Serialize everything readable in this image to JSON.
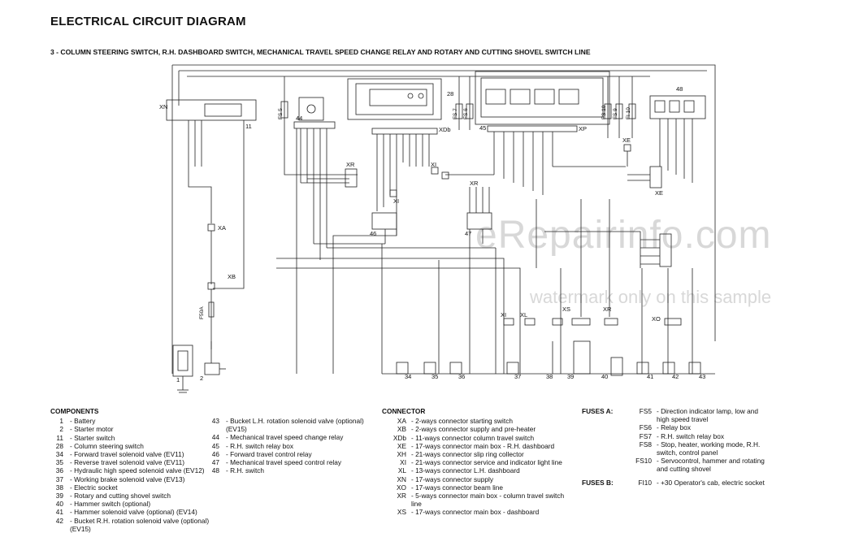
{
  "title": "ELECTRICAL CIRCUIT DIAGRAM",
  "subtitle": "3 - COLUMN STEERING SWITCH, R.H. DASHBOARD SWITCH, MECHANICAL TRAVEL SPEED CHANGE RELAY AND ROTARY AND CUTTING SHOVEL SWITCH LINE",
  "watermark": {
    "brand": "eRepairinfo.com",
    "note": "watermark only on this sample"
  },
  "diagram_labels": {
    "xn": "XN",
    "c11": "11",
    "xa": "XA",
    "xb": "XB",
    "f50a": "F50A",
    "c1": "1",
    "c2": "2",
    "fs5": "FS 5",
    "c44": "44",
    "xr": "XR",
    "xi": "XI",
    "c46": "46",
    "c28": "28",
    "xdb": "XDb",
    "xr2": "XR",
    "xi2": "XI",
    "c47": "47",
    "fs7": "FS 7",
    "fs6": "FS 6",
    "c45": "45",
    "xp": "XP",
    "fs10": "FS 10",
    "fs9": "FS 9",
    "fi10": "FI 10",
    "xe": "XE",
    "c48": "48",
    "xe2": "XE",
    "c34": "34",
    "c35": "35",
    "c36": "36",
    "c37": "37",
    "xi3": "XI",
    "xl": "XL",
    "c38": "38",
    "xs": "XS",
    "c39": "39",
    "xr3": "XR",
    "c40": "40",
    "xo": "XO",
    "c41": "41",
    "c42": "42",
    "c43": "43"
  },
  "components": {
    "header": "COMPONENTS",
    "col1": [
      {
        "n": "1",
        "t": "- Battery"
      },
      {
        "n": "2",
        "t": "- Starter motor"
      },
      {
        "n": "11",
        "t": "- Starter switch"
      },
      {
        "n": "28",
        "t": "- Column steering switch"
      },
      {
        "n": "34",
        "t": "- Forward travel solenoid valve (EV11)"
      },
      {
        "n": "35",
        "t": "- Reverse travel solenoid valve (EV11)"
      },
      {
        "n": "36",
        "t": "- Hydraulic high speed solenoid valve (EV12)"
      },
      {
        "n": "37",
        "t": "- Working brake solenoid valve (EV13)"
      },
      {
        "n": "38",
        "t": "- Electric socket"
      },
      {
        "n": "39",
        "t": "- Rotary and cutting shovel switch"
      },
      {
        "n": "40",
        "t": "- Hammer switch (optional)"
      },
      {
        "n": "41",
        "t": "- Hammer solenoid valve (optional) (EV14)"
      },
      {
        "n": "42",
        "t": "- Bucket R.H. rotation solenoid valve (optional) (EV15)"
      }
    ],
    "col2": [
      {
        "n": "43",
        "t": "- Bucket L.H. rotation solenoid valve (optional) (EV15)"
      },
      {
        "n": "44",
        "t": "- Mechanical travel speed change relay"
      },
      {
        "n": "45",
        "t": "- R.H. switch relay box"
      },
      {
        "n": "46",
        "t": "- Forward travel control relay"
      },
      {
        "n": "47",
        "t": "- Mechanical travel speed control relay"
      },
      {
        "n": "48",
        "t": "- R.H. switch"
      }
    ]
  },
  "connector": {
    "header": "CONNECTOR",
    "items": [
      {
        "c": "XA",
        "t": "- 2-ways connector starting switch"
      },
      {
        "c": "XB",
        "t": "- 2-ways connector supply and pre-heater"
      },
      {
        "c": "XDb",
        "t": "- 11-ways connector column travel switch"
      },
      {
        "c": "XE",
        "t": "- 17-ways connector main box - R.H. dashboard"
      },
      {
        "c": "XH",
        "t": "- 21-ways connector slip ring collector"
      },
      {
        "c": "XI",
        "t": "- 21-ways connector service and indicator light line"
      },
      {
        "c": "XL",
        "t": "- 13-ways connector L.H. dashboard"
      },
      {
        "c": "XN",
        "t": "- 17-ways connector supply"
      },
      {
        "c": "XO",
        "t": "- 17-ways connector beam line"
      },
      {
        "c": "XR",
        "t": "- 5-ways connector main box - column travel switch line"
      },
      {
        "c": "XS",
        "t": "- 17-ways connector main box - dashboard"
      }
    ]
  },
  "fuses_a": {
    "header": "FUSES A:",
    "items": [
      {
        "c": "FS5",
        "t": "- Direction indicator lamp, low and high speed travel"
      },
      {
        "c": "FS6",
        "t": "- Relay box"
      },
      {
        "c": "FS7",
        "t": "- R.H. switch relay box"
      },
      {
        "c": "FS8",
        "t": "- Stop, heater, working mode, R.H. switch, control panel"
      },
      {
        "c": "FS10",
        "t": "- Servocontrol, hammer and rotating and cutting shovel"
      }
    ]
  },
  "fuses_b": {
    "header": "FUSES B:",
    "items": [
      {
        "c": "FI10",
        "t": "- +30 Operator's cab, electric socket"
      }
    ]
  }
}
